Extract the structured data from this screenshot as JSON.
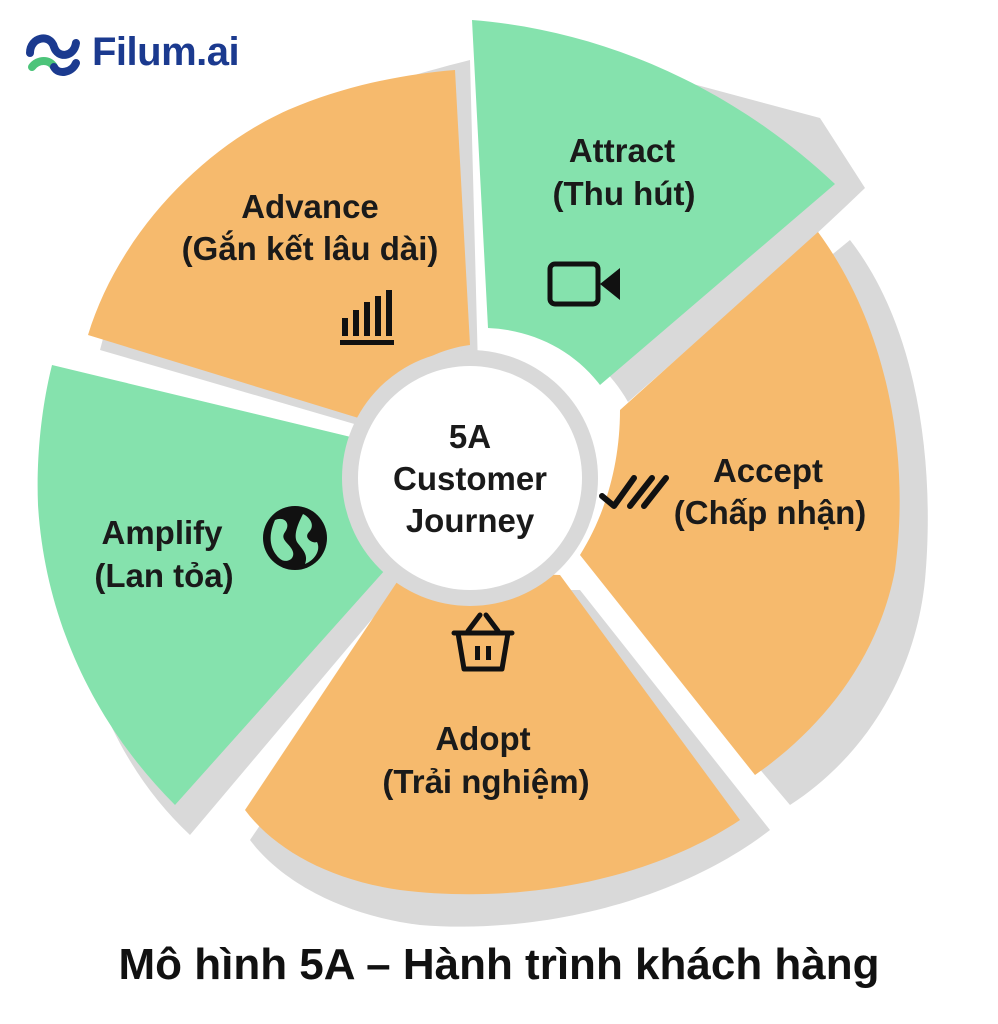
{
  "brand": {
    "logo_text": "Filum.ai",
    "logo_icon": "filum-swirl-icon",
    "colors": {
      "navy": "#1b3a8f",
      "green": "#4cc47a"
    }
  },
  "colors": {
    "orange": "#f6ba6d",
    "green": "#85e2ad",
    "shadow": "#d9d9d9",
    "text": "#1a1a1a"
  },
  "center": {
    "lines": [
      "5A",
      "Customer",
      "Journey"
    ]
  },
  "segments": [
    {
      "key": "attract",
      "title": "Attract",
      "subtitle": "(Thu hút)",
      "icon": "video-camera-icon",
      "color": "green"
    },
    {
      "key": "accept",
      "title": "Accept",
      "subtitle": "(Chấp nhận)",
      "icon": "double-check-icon",
      "color": "orange"
    },
    {
      "key": "adopt",
      "title": "Adopt",
      "subtitle": "(Trải nghiệm)",
      "icon": "shopping-basket-icon",
      "color": "orange"
    },
    {
      "key": "amplify",
      "title": "Amplify",
      "subtitle": "(Lan tỏa)",
      "icon": "globe-icon",
      "color": "green"
    },
    {
      "key": "advance",
      "title": "Advance",
      "subtitle": "(Gắn kết lâu dài)",
      "icon": "bar-chart-icon",
      "color": "orange"
    }
  ],
  "caption": "Mô hình 5A – Hành trình khách hàng"
}
